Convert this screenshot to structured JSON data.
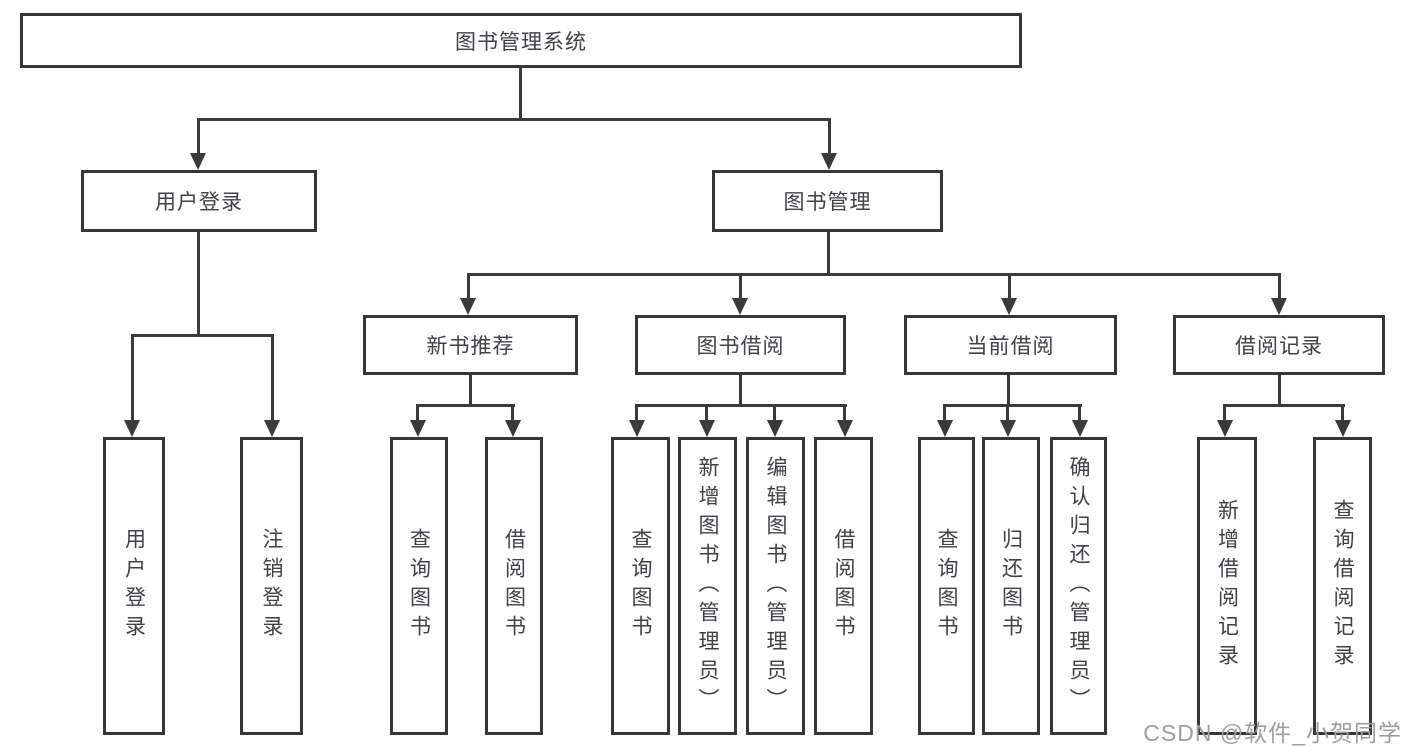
{
  "diagram": {
    "root": "图书管理系统",
    "branches": [
      {
        "label": "用户登录",
        "children": [
          "用户登录",
          "注销登录"
        ]
      },
      {
        "label": "图书管理",
        "sections": [
          {
            "label": "新书推荐",
            "children": [
              "查询图书",
              "借阅图书"
            ]
          },
          {
            "label": "图书借阅",
            "children": [
              "查询图书",
              "新增图书（管理员）",
              "编辑图书（管理员）",
              "借阅图书"
            ]
          },
          {
            "label": "当前借阅",
            "children": [
              "查询图书",
              "归还图书",
              "确认归还（管理员）"
            ]
          },
          {
            "label": "借阅记录",
            "children": [
              "新增借阅记录",
              "查询借阅记录"
            ]
          }
        ]
      }
    ]
  },
  "watermark": "CSDN @软件_小贺同学",
  "colors": {
    "line": "#3a3a3a",
    "text": "#3f4146",
    "watermark": "#9e9e9e",
    "background": "#ffffff"
  }
}
